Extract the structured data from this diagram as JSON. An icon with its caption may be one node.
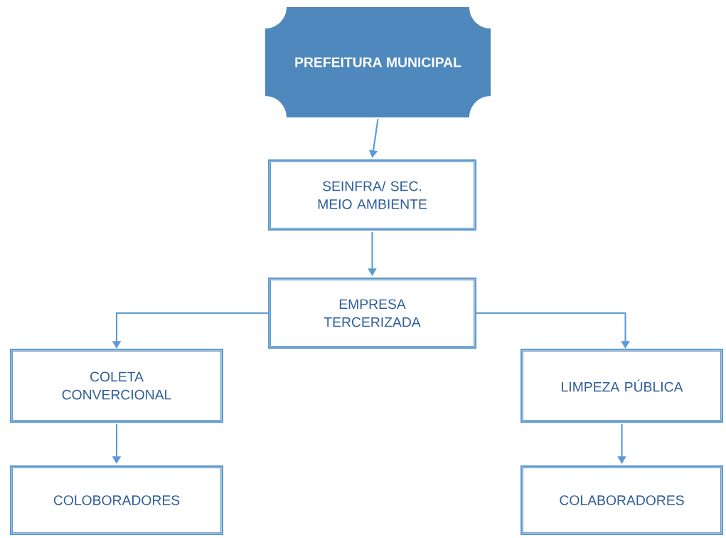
{
  "diagram": {
    "nodes": [
      {
        "text": [
          "PREFEITURA MUNICIPAL"
        ]
      },
      {
        "text": [
          "SEINFRA/ SEC. MEIO AMBIENTE"
        ]
      },
      {
        "text": [
          "EMPRESA TERCERIZADA"
        ]
      },
      {
        "text": [
          "COLETA CONVERCIONAL"
        ]
      },
      {
        "text": [
          "LIMPEZA PÚBLICA"
        ]
      },
      {
        "text": [
          "COLOBORADORES"
        ]
      },
      {
        "text": [
          "COLABORADORES"
        ]
      }
    ],
    "edges": [
      {
        "from": 0,
        "to": 1,
        "arrow": "to"
      },
      {
        "from": 1,
        "to": 2,
        "arrow": "to"
      },
      {
        "from": 2,
        "to": 3,
        "arrow": "to"
      },
      {
        "from": 2,
        "to": 4,
        "arrow": "to"
      },
      {
        "from": 3,
        "to": 5,
        "arrow": "to"
      },
      {
        "from": 4,
        "to": 6,
        "arrow": "to"
      }
    ]
  }
}
